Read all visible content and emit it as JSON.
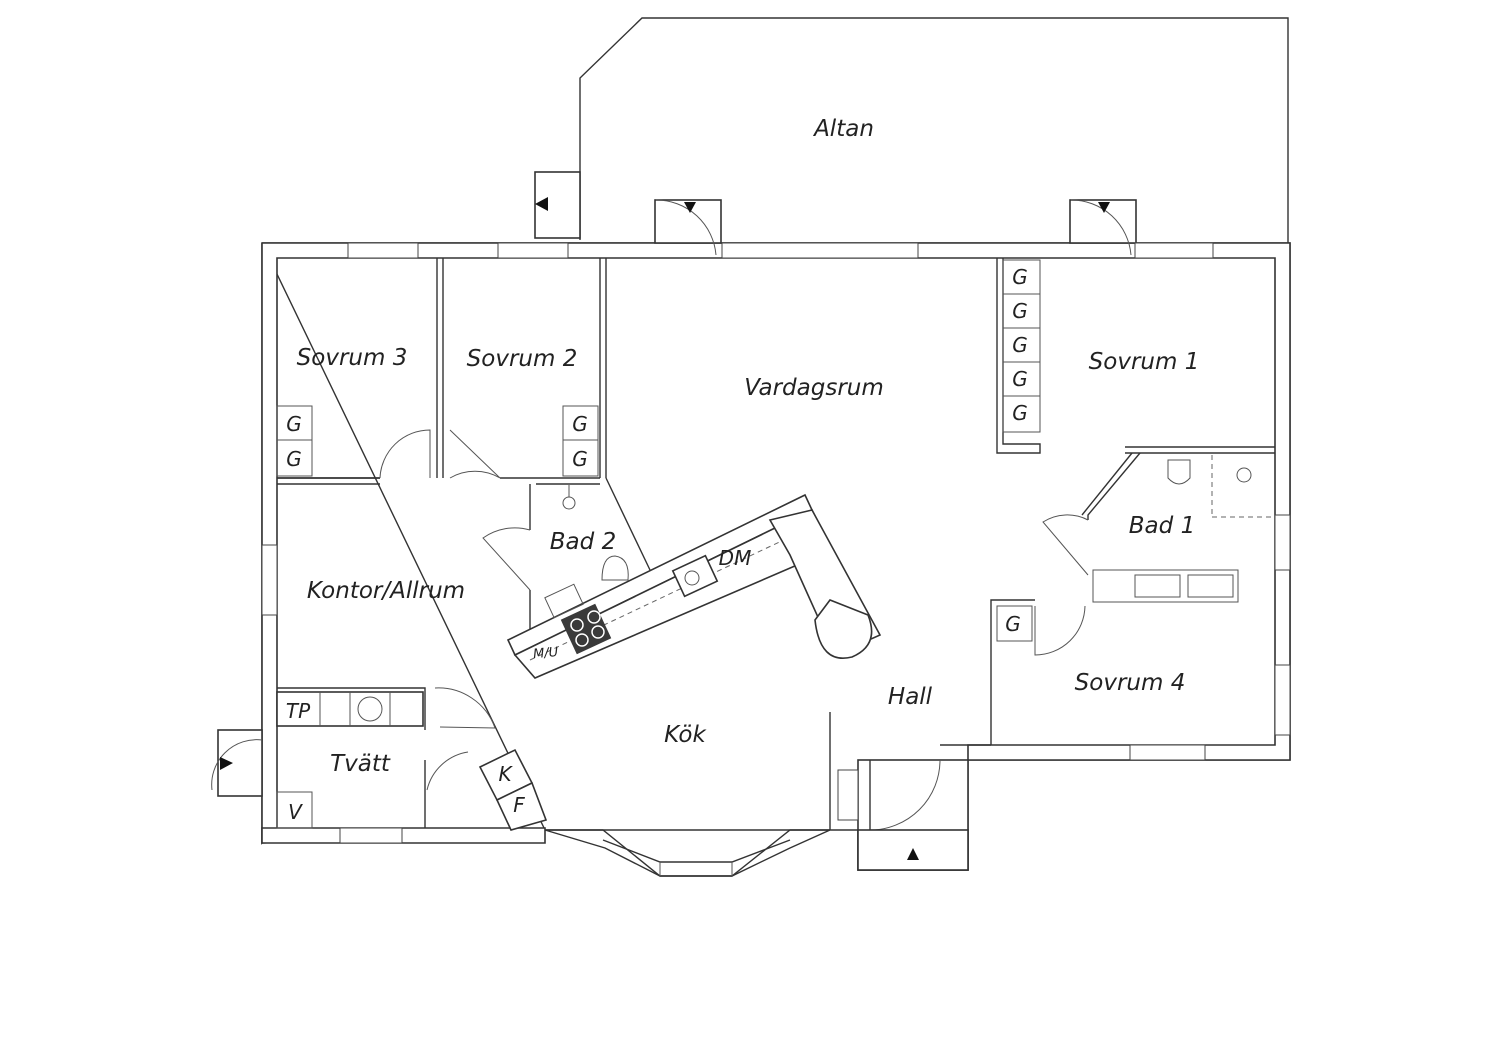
{
  "rooms": {
    "altan": "Altan",
    "sovrum1": "Sovrum 1",
    "sovrum2": "Sovrum 2",
    "sovrum3": "Sovrum 3",
    "sovrum4": "Sovrum 4",
    "vardagsrum": "Vardagsrum",
    "kontor": "Kontor/Allrum",
    "bad1": "Bad 1",
    "bad2": "Bad 2",
    "tvatt": "Tvätt",
    "kok": "Kök",
    "hall": "Hall"
  },
  "fixtures": {
    "wardrobe": "G",
    "dishwasher": "DM",
    "microwave_oven": "M/U",
    "tumble_dryer": "TP",
    "washing_machine": "V",
    "fridge": "K",
    "freezer": "F"
  },
  "colors": {
    "line": "#333333",
    "background": "#ffffff",
    "stove": "#444444"
  }
}
